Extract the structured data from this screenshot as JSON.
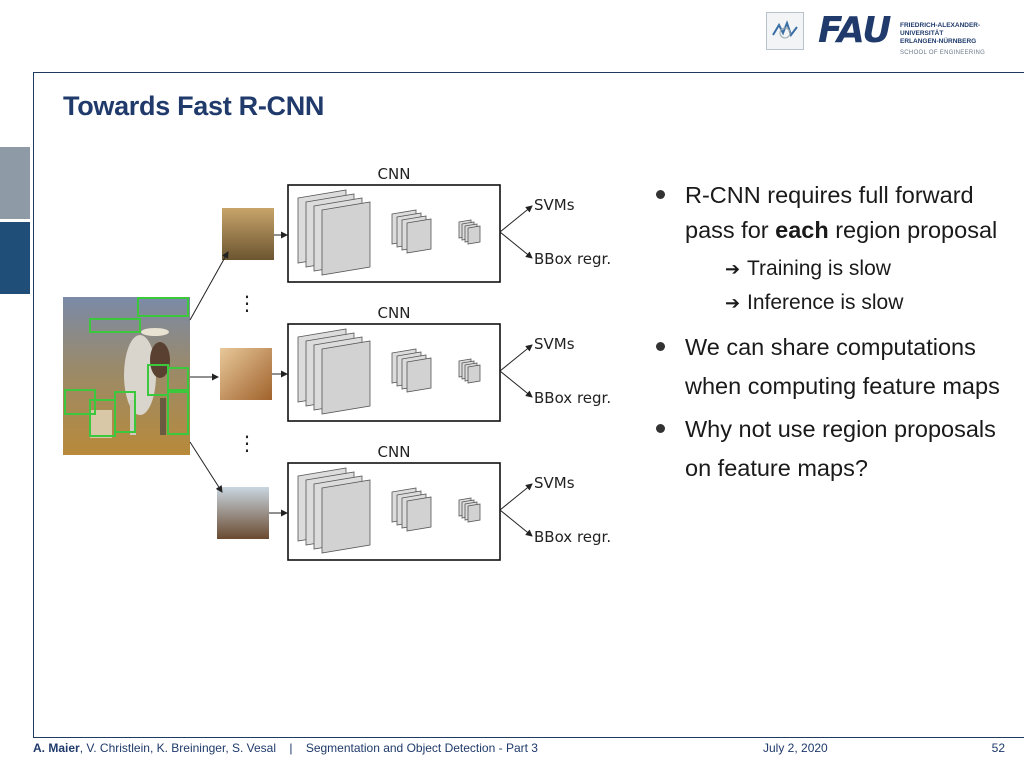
{
  "slide": {
    "title": "Towards Fast R-CNN",
    "logo": {
      "wordmark": "FAU",
      "university": [
        "FRIEDRICH-ALEXANDER-",
        "UNIVERSITÄT",
        "ERLANGEN-NÜRNBERG"
      ],
      "school": "SCHOOL OF ENGINEERING"
    },
    "diagram": {
      "cnn_label": "CNN",
      "svm_label": "SVMs",
      "bbox_label": "BBox regr.",
      "ellipsis": "⋮"
    },
    "bullets": [
      {
        "pre": "R-CNN requires full forward pass for ",
        "strong": "each",
        "post": " region proposal"
      },
      {
        "text": "We can share computations when computing feature maps"
      },
      {
        "text": "Why not use region proposals on feature maps?"
      }
    ],
    "subbullets": [
      "Training is slow",
      "Inference is slow"
    ],
    "footer": {
      "author_main": "A. Maier",
      "authors_rest": ", V. Christlein, K. Breininger, S. Vesal",
      "separator": "|",
      "lecture": "Segmentation and Object Detection - Part 3",
      "date": "July 2, 2020",
      "page": "52"
    }
  },
  "colors": {
    "navy": "#1f3a6b",
    "box_green": "#3cc83c",
    "side_tab_gray": "#8e9aa6",
    "side_tab_blue": "#1f4e79"
  }
}
